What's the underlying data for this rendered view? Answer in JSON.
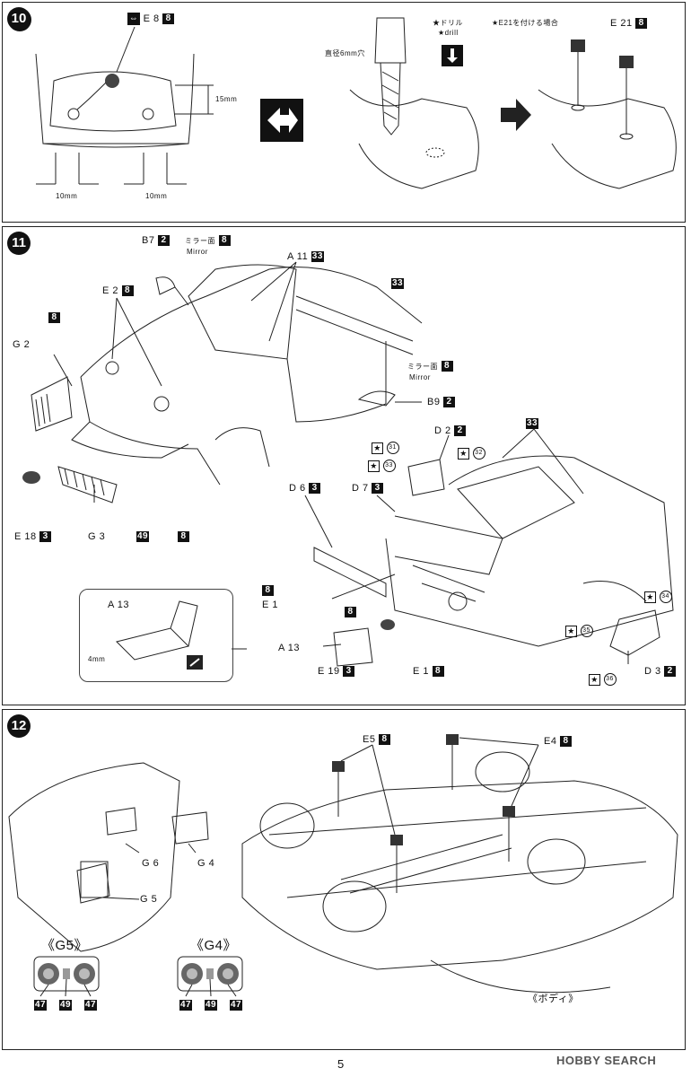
{
  "step10": {
    "number": "10",
    "e8_label": "E 8",
    "e8_paint": "8",
    "dim_15": "15mm",
    "dim_10a": "10mm",
    "dim_10b": "10mm",
    "drill_note": "★ドリル",
    "drill_en": "★drill",
    "e21_note": "★E21を付ける場合",
    "hole_note": "直径6mm穴",
    "e21_label": "E 21",
    "e21_paint": "8"
  },
  "step11": {
    "number": "11",
    "b7": "B7",
    "b7_paint": "2",
    "mirror_face_1": "ミラー面",
    "mirror_face_1_paint": "8",
    "mirror_en_1": "Mirror",
    "a11": "A 11",
    "a11_paint": "33",
    "e2": "E 2",
    "e2_paint": "8",
    "paint_8_a": "8",
    "g2": "G 2",
    "paint_33_door": "33",
    "mirror_face_2": "ミラー面",
    "mirror_face_2_paint": "8",
    "mirror_en_2": "Mirror",
    "b9": "B9",
    "b9_paint": "2",
    "d2": "D 2",
    "d2_paint": "2",
    "star_31": "31",
    "star_33": "33",
    "star_32": "32",
    "paint_33_roof": "33",
    "d6": "D 6",
    "d6_paint": "3",
    "d7": "D 7",
    "d7_paint": "3",
    "e18": "E 18",
    "e18_paint": "3",
    "g3": "G 3",
    "g3_paint": "49",
    "paint_8_b": "8",
    "a13_inset": "A 13",
    "dim_4mm": "4mm",
    "a13": "A 13",
    "e1_top_paint": "8",
    "e1_top": "E 1",
    "paint_8_c": "8",
    "e19": "E 19",
    "e19_paint": "3",
    "e1_bottom": "E 1",
    "e1_bottom_paint": "8",
    "star_34": "34",
    "star_35": "35",
    "star_36": "36",
    "d3": "D 3",
    "d3_paint": "2"
  },
  "step12": {
    "number": "12",
    "e5": "E5",
    "e5_paint": "8",
    "e4": "E4",
    "e4_paint": "8",
    "g6": "G 6",
    "g4": "G 4",
    "g5": "G 5",
    "g5_title": "《G5》",
    "g4_title": "《G4》",
    "g5_paints": [
      "47",
      "49",
      "47"
    ],
    "g4_paints": [
      "47",
      "49",
      "47"
    ],
    "body_label": "《ボディ》"
  },
  "page_number": "5",
  "watermark": "HOBBY SEARCH"
}
